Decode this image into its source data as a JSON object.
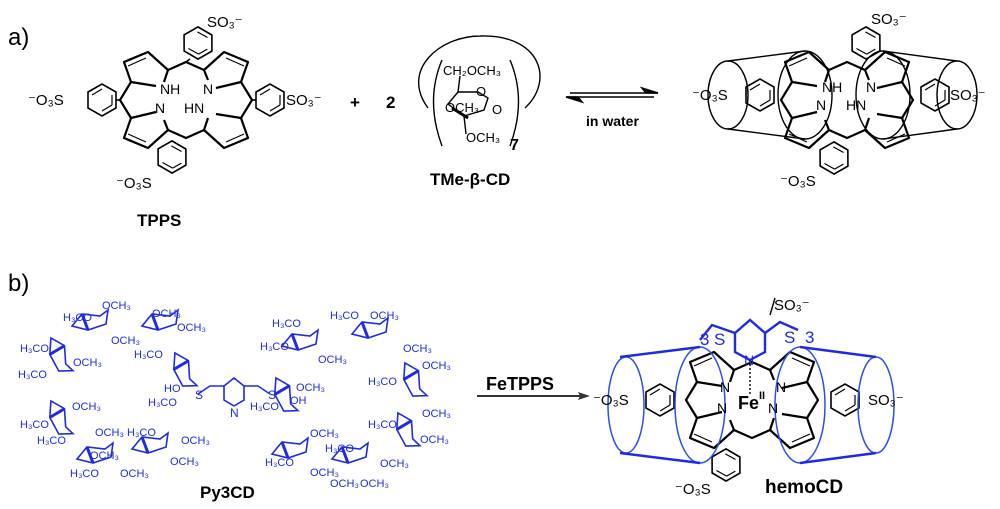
{
  "colors": {
    "ink": "#000000",
    "accent_blue": "#1f2be0",
    "cone_blue": "#2b4fe8"
  },
  "panel_a": {
    "label": "a)",
    "tpps": {
      "name": "TPPS",
      "substituent_top": "SO₃⁻",
      "substituent_right": "SO₃⁻",
      "substituent_left": "⁻O₃S",
      "substituent_bottom": "⁻O₃S",
      "nh_upper": "NH",
      "n_upper": "N",
      "n_lower": "N",
      "hn_lower": "HN"
    },
    "plus_sign": "+",
    "stoich": "2",
    "cd": {
      "name": "TMe-β-CD",
      "group_6": "CH₂OCH₃",
      "group_3": "OCH₃",
      "group_2": "OCH₃",
      "ring_o": "O",
      "glyco_o": "O",
      "repeat": "7"
    },
    "equilibrium_condition": "in water",
    "complex": {
      "substituent_top": "SO₃⁻",
      "substituent_right": "SO₃⁻",
      "substituent_left": "⁻O₃S",
      "substituent_bottom": "⁻O₃S",
      "nh_upper": "NH",
      "n_upper": "N",
      "n_lower": "N",
      "hn_lower": "HN"
    }
  },
  "panel_b": {
    "label": "b)",
    "py3cd": {
      "name": "Py3CD",
      "left_ring_groups": [
        "OCH₃",
        "H₃CO",
        "OCH₃",
        "OCH₃",
        "OCH₃",
        "H₃CO",
        "H₃CO",
        "OCH₃",
        "H₃CO",
        "HO",
        "H₃CO",
        "OCH₃",
        "H₃CO",
        "H₃CO",
        "OCH₃",
        "H₃CO",
        "OCH₃",
        "H₃CO",
        "OCH₃",
        "OCH₃",
        "OCH₃"
      ],
      "right_ring_groups": [
        "H₃CO",
        "H₃CO",
        "OCH₃",
        "H₃CO",
        "OCH₃",
        "OCH₃",
        "OCH₃",
        "H₃CO",
        "OCH₃",
        "OH",
        "OCH₃",
        "H₃CO",
        "OCH₃",
        "OCH₃",
        "H₃CO",
        "H₃CO",
        "OCH₃",
        "OCH₃",
        "OCH₃",
        "OCH₃",
        "H₃CO"
      ],
      "linker_s": "S",
      "pyridine_n": "N"
    },
    "reagent": "FeTPPS",
    "hemocd": {
      "name": "hemoCD",
      "metal": "Fe",
      "oxidation_state": "II",
      "n_labels": [
        "N",
        "N",
        "N",
        "N",
        "N"
      ],
      "s_left": "S",
      "s_right": "S",
      "position_left": "3",
      "position_right": "3",
      "substituent_top": "SO₃⁻",
      "substituent_right": "SO₃⁻",
      "substituent_left": "⁻O₃S",
      "substituent_bottom": "⁻O₃S"
    }
  }
}
